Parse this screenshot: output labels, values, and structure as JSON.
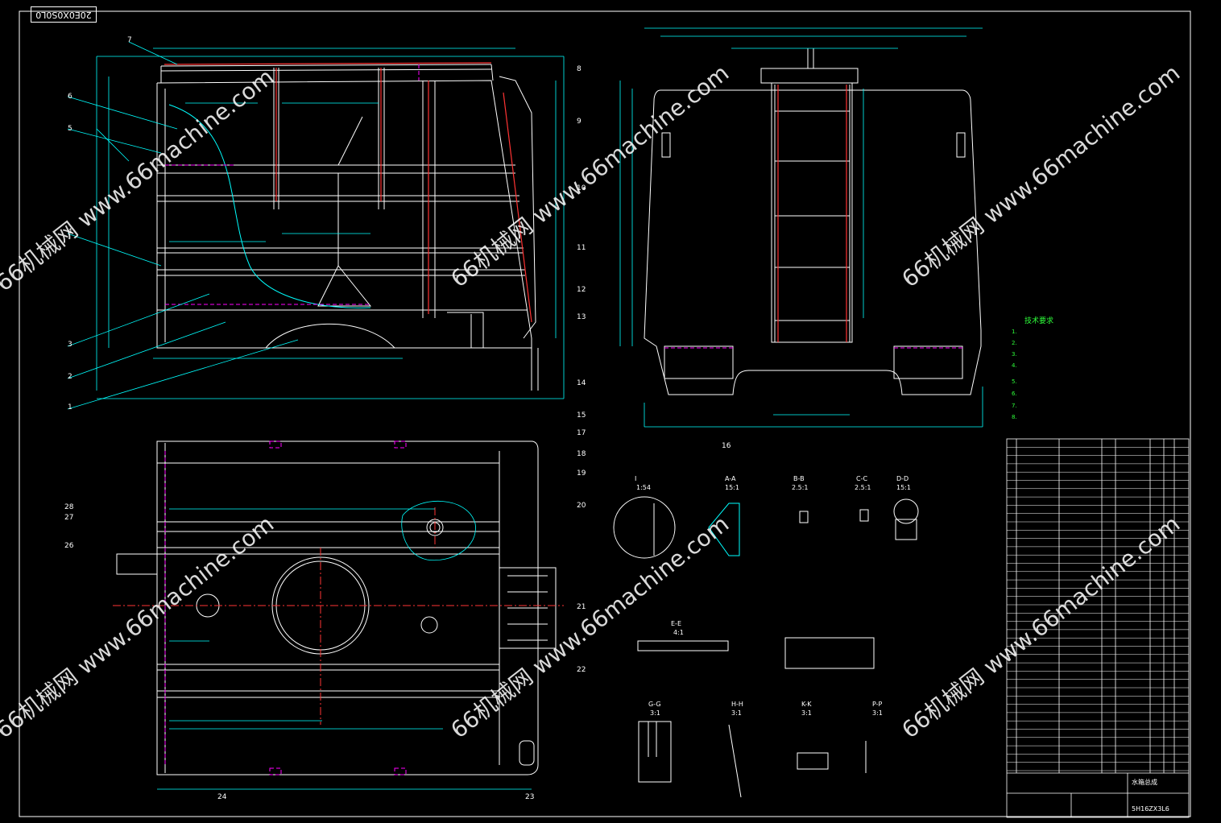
{
  "corner_code": "20E0X0S0L0",
  "watermarks": [
    {
      "text": "66机械网 www.66machine.com"
    },
    {
      "text": "66机械网 www.66machine.com"
    },
    {
      "text": "66机械网 www.66machine.com"
    },
    {
      "text": "66机械网 www.66machine.com"
    },
    {
      "text": "66机械网 www.66machine.com"
    },
    {
      "text": "66机械网 www.66machine.com"
    }
  ],
  "balloons_left": [
    "7",
    "6",
    "5",
    "4",
    "3",
    "2",
    "1"
  ],
  "balloons_right": [
    "8",
    "9",
    "10",
    "11",
    "12",
    "13",
    "14",
    "15",
    "16",
    "17",
    "18",
    "19",
    "20",
    "21",
    "22",
    "23",
    "24",
    "26",
    "27",
    "28"
  ],
  "view_labels": {
    "view_I": "I",
    "scale_I": "1:54",
    "aa": "A-A",
    "aa_scale": "15:1",
    "bb": "B-B",
    "bb_scale": "2.5:1",
    "cc": "C-C",
    "cc_scale": "2.5:1",
    "dd": "D-D",
    "dd_scale": "15:1",
    "ee": "E-E",
    "ee_scale": "4:1",
    "gg": "G-G",
    "gg_scale": "3:1",
    "hh": "H-H",
    "hh_scale": "3:1",
    "kk": "K-K",
    "kk_scale": "3:1",
    "pp": "P-P",
    "pp_scale": "3:1"
  },
  "tech_title": "技术要求",
  "tech_notes": [
    "1.",
    "2.",
    "3.",
    "4.",
    "5.",
    "6.",
    "7.",
    "8."
  ],
  "title_block": {
    "name": "水箱总成",
    "code": "5H16ZX3L6"
  },
  "colors": {
    "line": "#ffffff",
    "dim": "#00ffff",
    "hidden": "#ff00ff",
    "red": "#ff3333",
    "green": "#2eff3a"
  }
}
